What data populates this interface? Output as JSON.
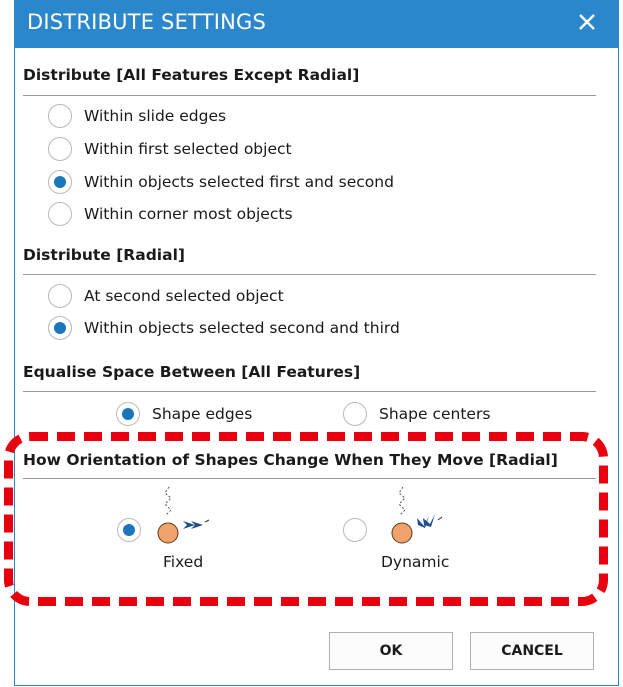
{
  "window": {
    "title": "DISTRIBUTE SETTINGS"
  },
  "sections": {
    "distribute_except_radial": {
      "title": "Distribute [All Features Except Radial]",
      "options": [
        {
          "label": "Within slide edges",
          "selected": false
        },
        {
          "label": "Within first selected object",
          "selected": false
        },
        {
          "label": "Within objects selected first and second",
          "selected": true
        },
        {
          "label": "Within corner most objects",
          "selected": false
        }
      ]
    },
    "distribute_radial": {
      "title": "Distribute [Radial]",
      "options": [
        {
          "label": "At second selected object",
          "selected": false
        },
        {
          "label": "Within objects selected second and third",
          "selected": true
        }
      ]
    },
    "equalise_space": {
      "title": "Equalise Space Between [All Features]",
      "options": [
        {
          "label": "Shape edges",
          "selected": true
        },
        {
          "label": "Shape centers",
          "selected": false
        }
      ]
    },
    "orientation": {
      "title": "How Orientation of Shapes Change When They Move [Radial]",
      "options": [
        {
          "label": "Fixed",
          "selected": true,
          "icon": "orientation-fixed-icon"
        },
        {
          "label": "Dynamic",
          "selected": false,
          "icon": "orientation-dynamic-icon"
        }
      ]
    }
  },
  "buttons": {
    "ok": "OK",
    "cancel": "CANCEL"
  },
  "colors": {
    "titlebar": "#2b87cc",
    "radio_dot": "#1b75bb",
    "shape_circle": "#f0a36b",
    "shape_arrow": "#1f4e8c",
    "highlight": "#e8000f"
  }
}
